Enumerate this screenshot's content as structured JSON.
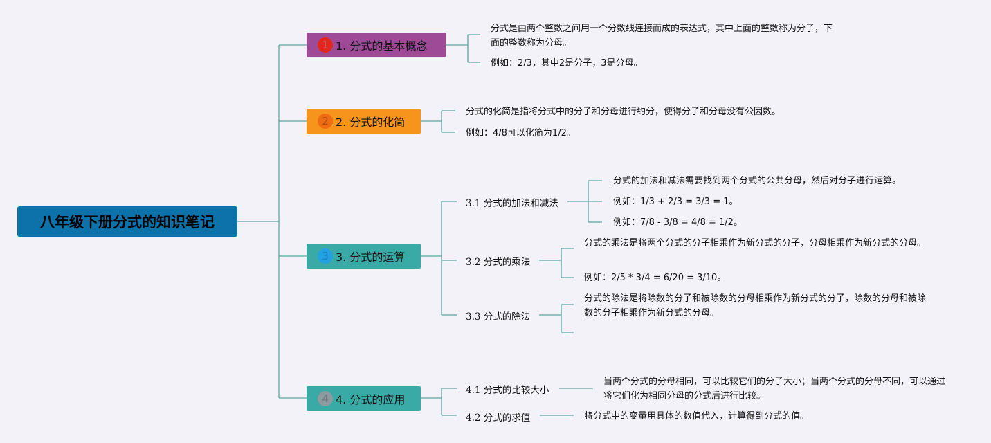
{
  "root": {
    "title": "八年级下册分式的知识笔记"
  },
  "branches": [
    {
      "num": "1",
      "label": "1. 分式的基本概念",
      "leaves": [
        "分式是由两个整数之间用一个分数线连接而成的表达式，其中上面的整数称为分子，下面的整数称为分母。",
        "例如：2/3，其中2是分子，3是分母。"
      ]
    },
    {
      "num": "2",
      "label": "2. 分式的化简",
      "leaves": [
        "分式的化简是指将分式中的分子和分母进行约分，使得分子和分母没有公因数。",
        "例如：4/8可以化简为1/2。"
      ]
    },
    {
      "num": "3",
      "label": "3. 分式的运算",
      "subs": [
        {
          "label": "3.1 分式的加法和减法",
          "leaves": [
            "分式的加法和减法需要找到两个分式的公共分母，然后对分子进行运算。",
            "例如：1/3 + 2/3 = 3/3 = 1。",
            "例如：7/8 - 3/8 = 4/8 = 1/2。"
          ]
        },
        {
          "label": "3.2 分式的乘法",
          "leaves": [
            "分式的乘法是将两个分式的分子相乘作为新分式的分子，分母相乘作为新分式的分母。",
            "例如：2/5 * 3/4 = 6/20 = 3/10。"
          ]
        },
        {
          "label": "3.3 分式的除法",
          "leaves": [
            "分式的除法是将除数的分子和被除数的分母相乘作为新分式的分子，除数的分母和被除数的分子相乘作为新分式的分母。"
          ]
        }
      ]
    },
    {
      "num": "4",
      "label": "4. 分式的应用",
      "subs": [
        {
          "label": "4.1 分式的比较大小",
          "leaves": [
            "当两个分式的分母相同，可以比较它们的分子大小；当两个分式的分母不同，可以通过将它们化为相同分母的分式后进行比较。"
          ]
        },
        {
          "label": "4.2 分式的求值",
          "leaves": [
            "将分式中的变量用具体的数值代入，计算得到分式的值。"
          ]
        }
      ]
    }
  ],
  "colors": {
    "connector": "#5aa5a0",
    "root": "#0d72a9"
  }
}
